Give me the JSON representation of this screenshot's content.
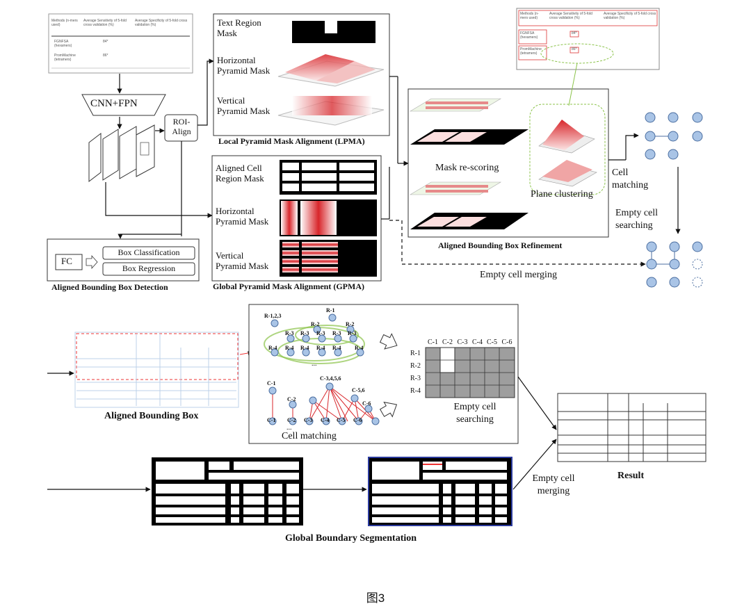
{
  "figure_caption": "图3",
  "top": {
    "input_table": {
      "headers": [
        "Methods (n-mers used)",
        "Average Sensitivity of 5-fold cross validation (%)",
        "Average Specificity of 5-fold cross validation (%)"
      ],
      "rows": [
        [
          "FGNFSA (hexamers)",
          "84*",
          ""
        ],
        [
          "PromMachine (tetramers)",
          "86*",
          ""
        ]
      ]
    },
    "backbone_label": "CNN+FPN",
    "roi_label": "ROI-\nAlign",
    "lpma": {
      "text_region_mask": "Text Region\nMask",
      "horizontal_pyramid_mask": "Horizontal\nPyramid Mask",
      "vertical_pyramid_mask": "Vertical\nPyramid Mask",
      "caption": "Local Pyramid Mask Alignment (LPMA)"
    },
    "gpma": {
      "aligned_cell_mask": "Aligned Cell\nRegion  Mask",
      "horizontal_pyramid_mask": "Horizontal\nPyramid Mask",
      "vertical_pyramid_mask": "Vertical\nPyramid Mask",
      "caption": "Global Pyramid Mask Alignment (GPMA)"
    },
    "detection": {
      "fc": "FC",
      "box_classification": "Box Classification",
      "box_regression": "Box Regression",
      "caption": "Aligned Bounding Box Detection"
    },
    "refinement": {
      "mask_rescoring": "Mask re-scoring",
      "plane_clustering": "Plane clustering",
      "caption": "Aligned Bounding Box Refinement",
      "table_headers": [
        "Methods (n-mers used)",
        "Average Sensitivity of 5-fold cross validation (%)",
        "Average Specificity of 5-fold cross validation (%)"
      ],
      "table_rows": [
        [
          "FGNFSA (hexamers)",
          "84*"
        ],
        [
          "PromMachine (tetramers)",
          "86*"
        ]
      ]
    },
    "cell_matching": "Cell\nmatching",
    "empty_cell_searching": "Empty cell\nsearching",
    "empty_cell_merging": "Empty cell merging"
  },
  "bottom": {
    "aligned_bounding_box": "Aligned Bounding Box",
    "graph": {
      "row_top_label": "R-1,2,3",
      "row_nodes_top": [
        "R-1",
        "R-2",
        "R-2",
        "R-3",
        "R-3",
        "R-3",
        "R-3",
        "R-3"
      ],
      "row_nodes_bottom": [
        "R-4",
        "R-4",
        "R-4",
        "R-4",
        "R-4",
        "R-4"
      ],
      "col_labels_top": [
        "C-1",
        "C-2",
        "C-3,4,5,6",
        "C-5,6",
        "C-6"
      ],
      "col_labels_bottom": [
        "C-1",
        "C-2",
        "C-3",
        "C-4",
        "C-5",
        "C-6"
      ],
      "ellipsis": "...",
      "caption": "Cell matching"
    },
    "grid": {
      "col_headers": [
        "C-1",
        "C-2",
        "C-3",
        "C-4",
        "C-5",
        "C-6"
      ],
      "row_headers": [
        "R-1",
        "R-2",
        "R-3",
        "R-4"
      ],
      "caption": "Empty cell\nsearching"
    },
    "empty_cell_merging": "Empty cell\nmerging",
    "result": "Result",
    "global_boundary_segmentation": "Global Boundary Segmentation"
  }
}
